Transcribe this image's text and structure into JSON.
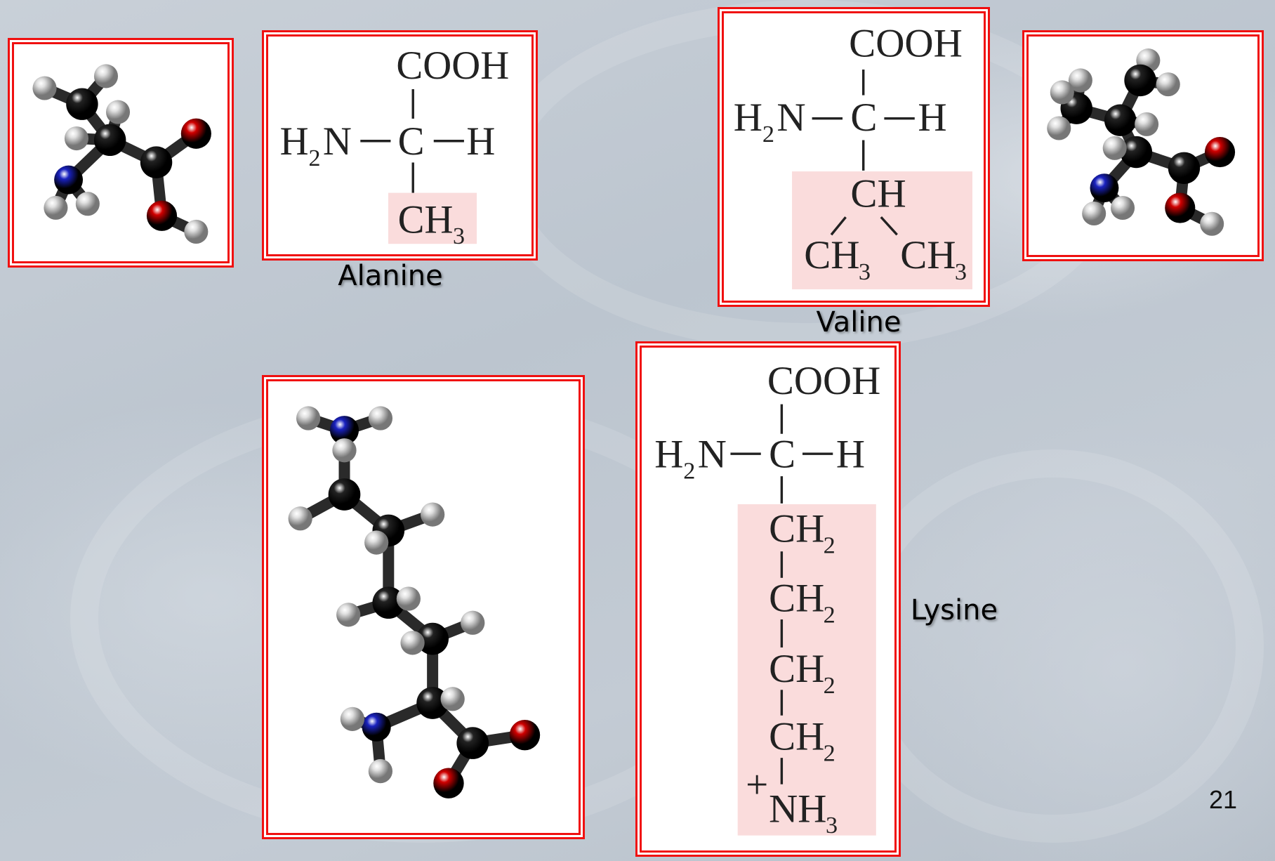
{
  "slide": {
    "page_number": "21",
    "colors": {
      "frame": "#f01010",
      "side_chain_highlight": "#fadcdc",
      "carbon": "#222222",
      "nitrogen": "#1a22c0",
      "oxygen": "#d00000",
      "hydrogen": "#e0e0e0"
    },
    "alanine": {
      "name": "Alanine",
      "formula": {
        "top": "COOH",
        "left": "H",
        "left_sub": "2",
        "left_n": "N",
        "center": "C",
        "right": "H",
        "side_chain": "CH",
        "side_sub": "3"
      }
    },
    "valine": {
      "name": "Valine",
      "formula": {
        "top": "COOH",
        "left": "H",
        "left_sub": "2",
        "left_n": "N",
        "center": "C",
        "right": "H",
        "branch": "CH",
        "methyl": "CH",
        "methyl_sub": "3"
      }
    },
    "lysine": {
      "name": "Lysine",
      "formula": {
        "top": "COOH",
        "left": "H",
        "left_sub": "2",
        "left_n": "N",
        "center": "C",
        "right": "H",
        "chain": "CH",
        "chain_sub": "2",
        "charge": "+",
        "amine": "NH",
        "amine_sub": "3"
      }
    }
  }
}
